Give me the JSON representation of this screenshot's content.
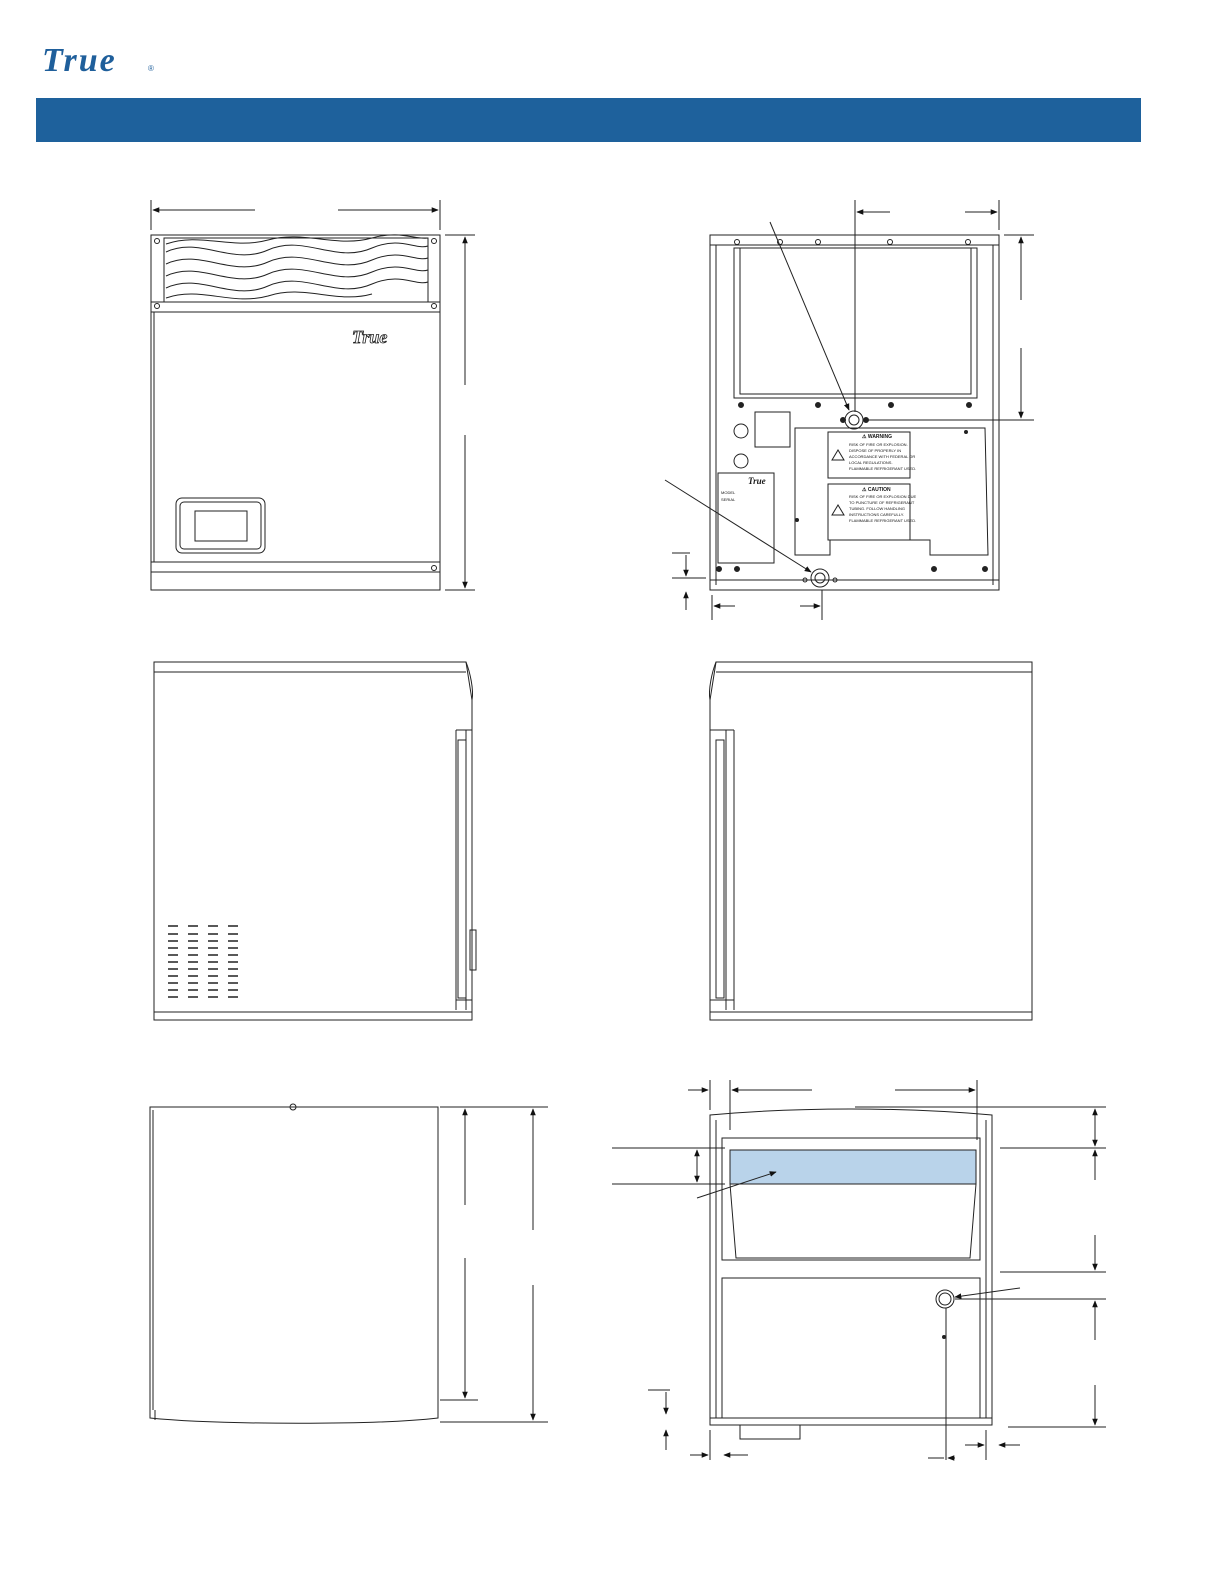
{
  "brand": {
    "name": "True",
    "registered_mark": "®",
    "color": "#1e619c"
  },
  "rear_view": {
    "warning_label": {
      "heading": "⚠ WARNING",
      "lines": [
        "RISK OF FIRE OR EXPLOSION.",
        "DISPOSE OF PROPERLY IN",
        "ACCORDANCE WITH FEDERAL OR",
        "LOCAL REGULATIONS.",
        "FLAMMABLE REFRIGERANT USED."
      ]
    },
    "caution_label": {
      "heading": "⚠ CAUTION",
      "lines": [
        "RISK OF FIRE OR EXPLOSION DUE",
        "TO PUNCTURE OF REFRIGERANT",
        "TUBING. FOLLOW HANDLING",
        "INSTRUCTIONS CAREFULLY.",
        "FLAMMABLE REFRIGERANT USED."
      ]
    },
    "serial_plate": {
      "logo": "True",
      "fields": [
        "MODEL",
        "SERIAL"
      ]
    }
  }
}
